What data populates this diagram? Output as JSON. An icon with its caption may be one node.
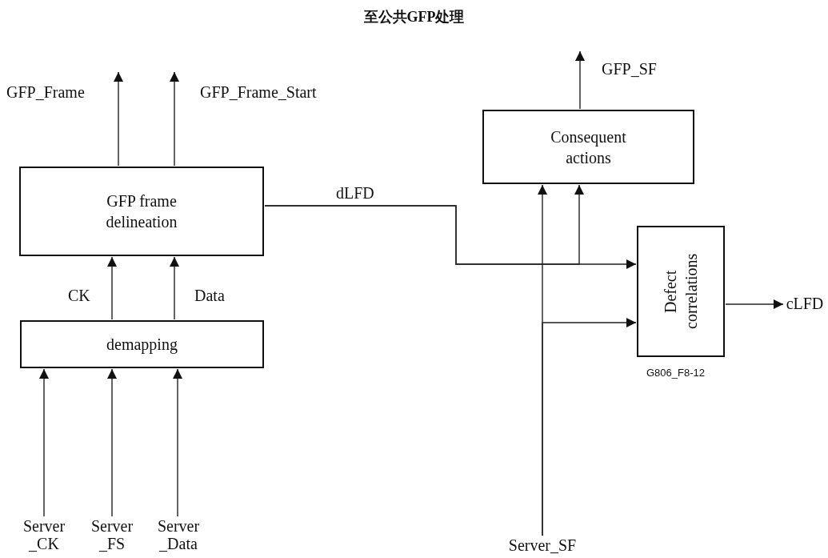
{
  "diagram": {
    "title": "至公共GFP处理",
    "nodes": [
      {
        "text": [
          "GFP frame delineation"
        ]
      },
      {
        "text": [
          "demapping"
        ]
      },
      {
        "text": [
          "Consequent actions"
        ]
      },
      {
        "text": [
          "Defect correlations"
        ]
      },
      {
        "text": [
          "Server _CK"
        ]
      },
      {
        "text": [
          "Server _FS"
        ]
      },
      {
        "text": [
          "Server _Data"
        ]
      },
      {
        "text": [
          "Server_SF"
        ]
      },
      {
        "text": [
          "cLFD"
        ]
      }
    ],
    "edges": [
      {
        "from": 4,
        "to": 1,
        "arrow": "to"
      },
      {
        "from": 5,
        "to": 1,
        "arrow": "to"
      },
      {
        "from": 6,
        "to": 1,
        "arrow": "to"
      },
      {
        "from": 1,
        "to": 0,
        "arrow": "to",
        "label": "CK"
      },
      {
        "from": 1,
        "to": 0,
        "arrow": "to",
        "label": "Data"
      },
      {
        "from": 0,
        "to": null,
        "arrow": "to",
        "label": "GFP_Frame"
      },
      {
        "from": 0,
        "to": null,
        "arrow": "to",
        "label": "GFP_Frame_Start"
      },
      {
        "from": 0,
        "to": 3,
        "arrow": "to",
        "label": "dLFD"
      },
      {
        "from": 0,
        "to": 2,
        "arrow": "to"
      },
      {
        "from": 7,
        "to": 2,
        "arrow": "to"
      },
      {
        "from": 7,
        "to": 3,
        "arrow": "to"
      },
      {
        "from": 3,
        "to": 8,
        "arrow": "to"
      },
      {
        "from": 2,
        "to": null,
        "arrow": "to",
        "label": "GFP_SF"
      }
    ],
    "labels": [
      "G806_F8-12"
    ]
  }
}
